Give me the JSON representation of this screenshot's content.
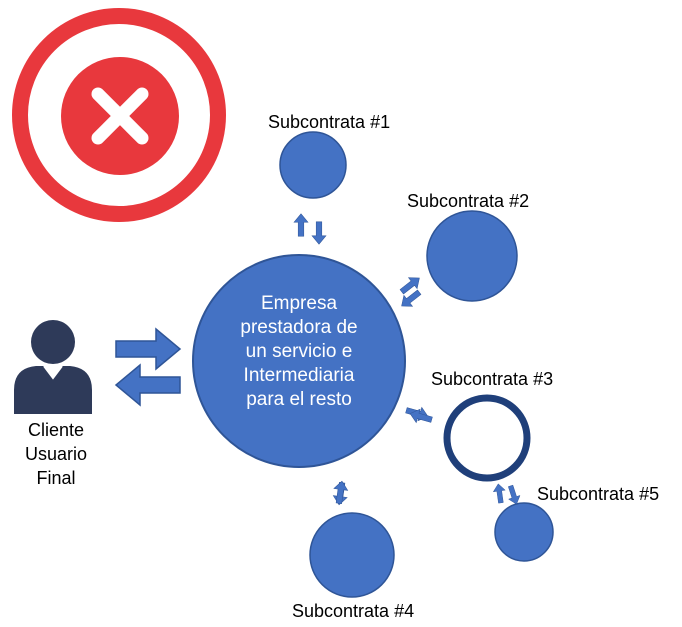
{
  "center": {
    "lines": [
      "Empresa",
      "prestadora de",
      "un servicio e",
      "Intermediaria",
      "para el resto"
    ]
  },
  "client": {
    "lines": [
      "Cliente",
      "Usuario",
      "Final"
    ]
  },
  "subcontractors": [
    {
      "label": "Subcontrata #1"
    },
    {
      "label": "Subcontrata #2"
    },
    {
      "label": "Subcontrata #3"
    },
    {
      "label": "Subcontrata #4"
    },
    {
      "label": "Subcontrata #5"
    }
  ],
  "colors": {
    "node_fill": "#4472C4",
    "node_stroke": "#2F5597",
    "ring_stroke": "#1F3F7A",
    "person": "#2E3A59",
    "forbidden_red": "#E8383D",
    "background": "#FFFFFF"
  },
  "icons": {
    "forbidden": "forbidden-x-icon",
    "person": "person-icon"
  }
}
